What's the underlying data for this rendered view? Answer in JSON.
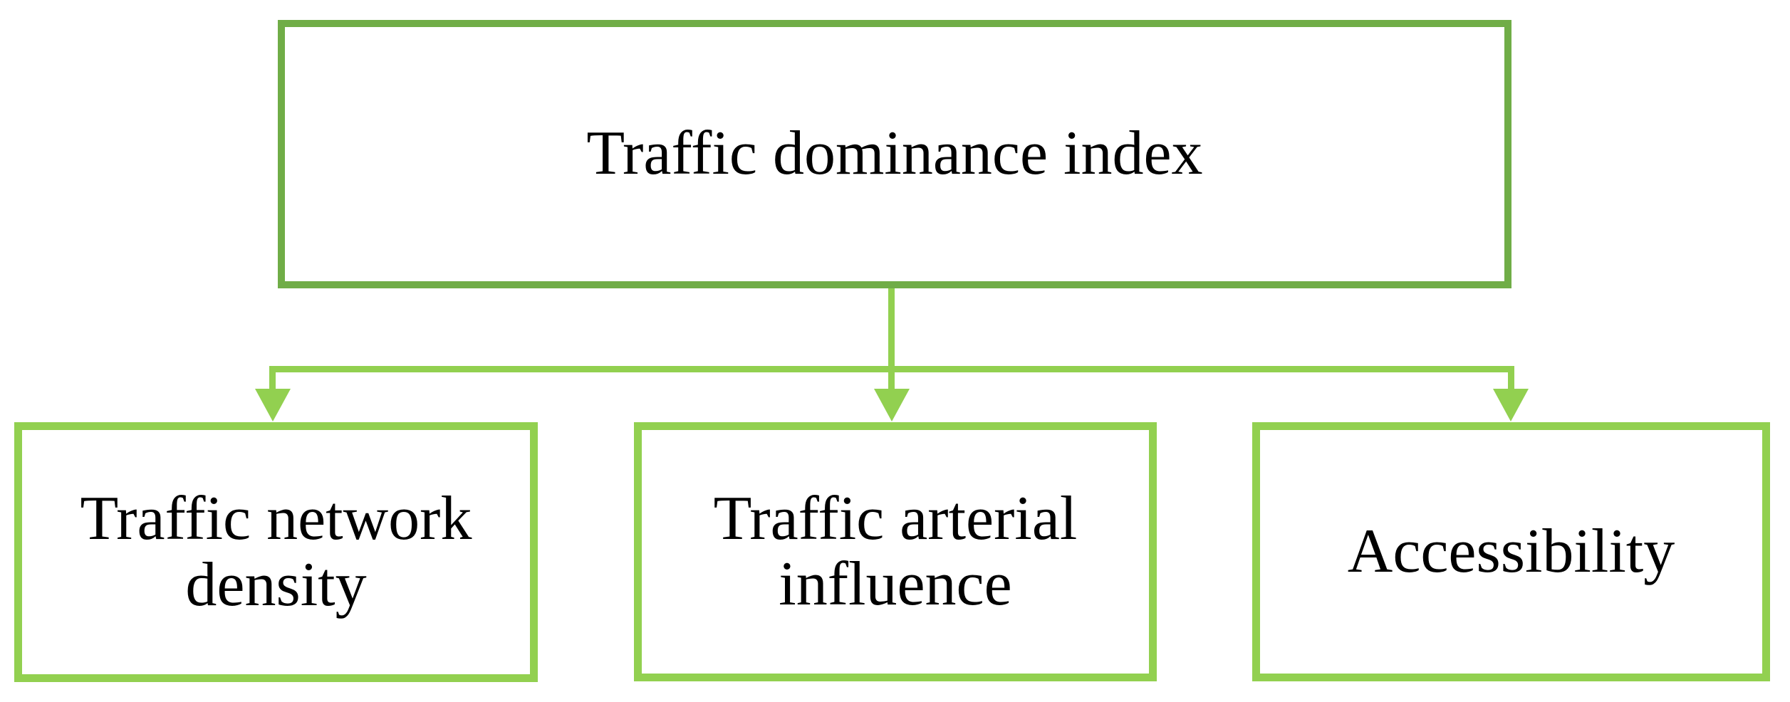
{
  "diagram": {
    "root": {
      "label": "Traffic dominance index"
    },
    "children": [
      {
        "label": "Traffic network density"
      },
      {
        "label": "Traffic arterial influence"
      },
      {
        "label": "Accessibility"
      }
    ],
    "colors": {
      "root_border": "#70AD47",
      "child_border": "#92D050",
      "connector": "#92D050",
      "text": "#000000",
      "background": "#FFFFFF"
    }
  }
}
